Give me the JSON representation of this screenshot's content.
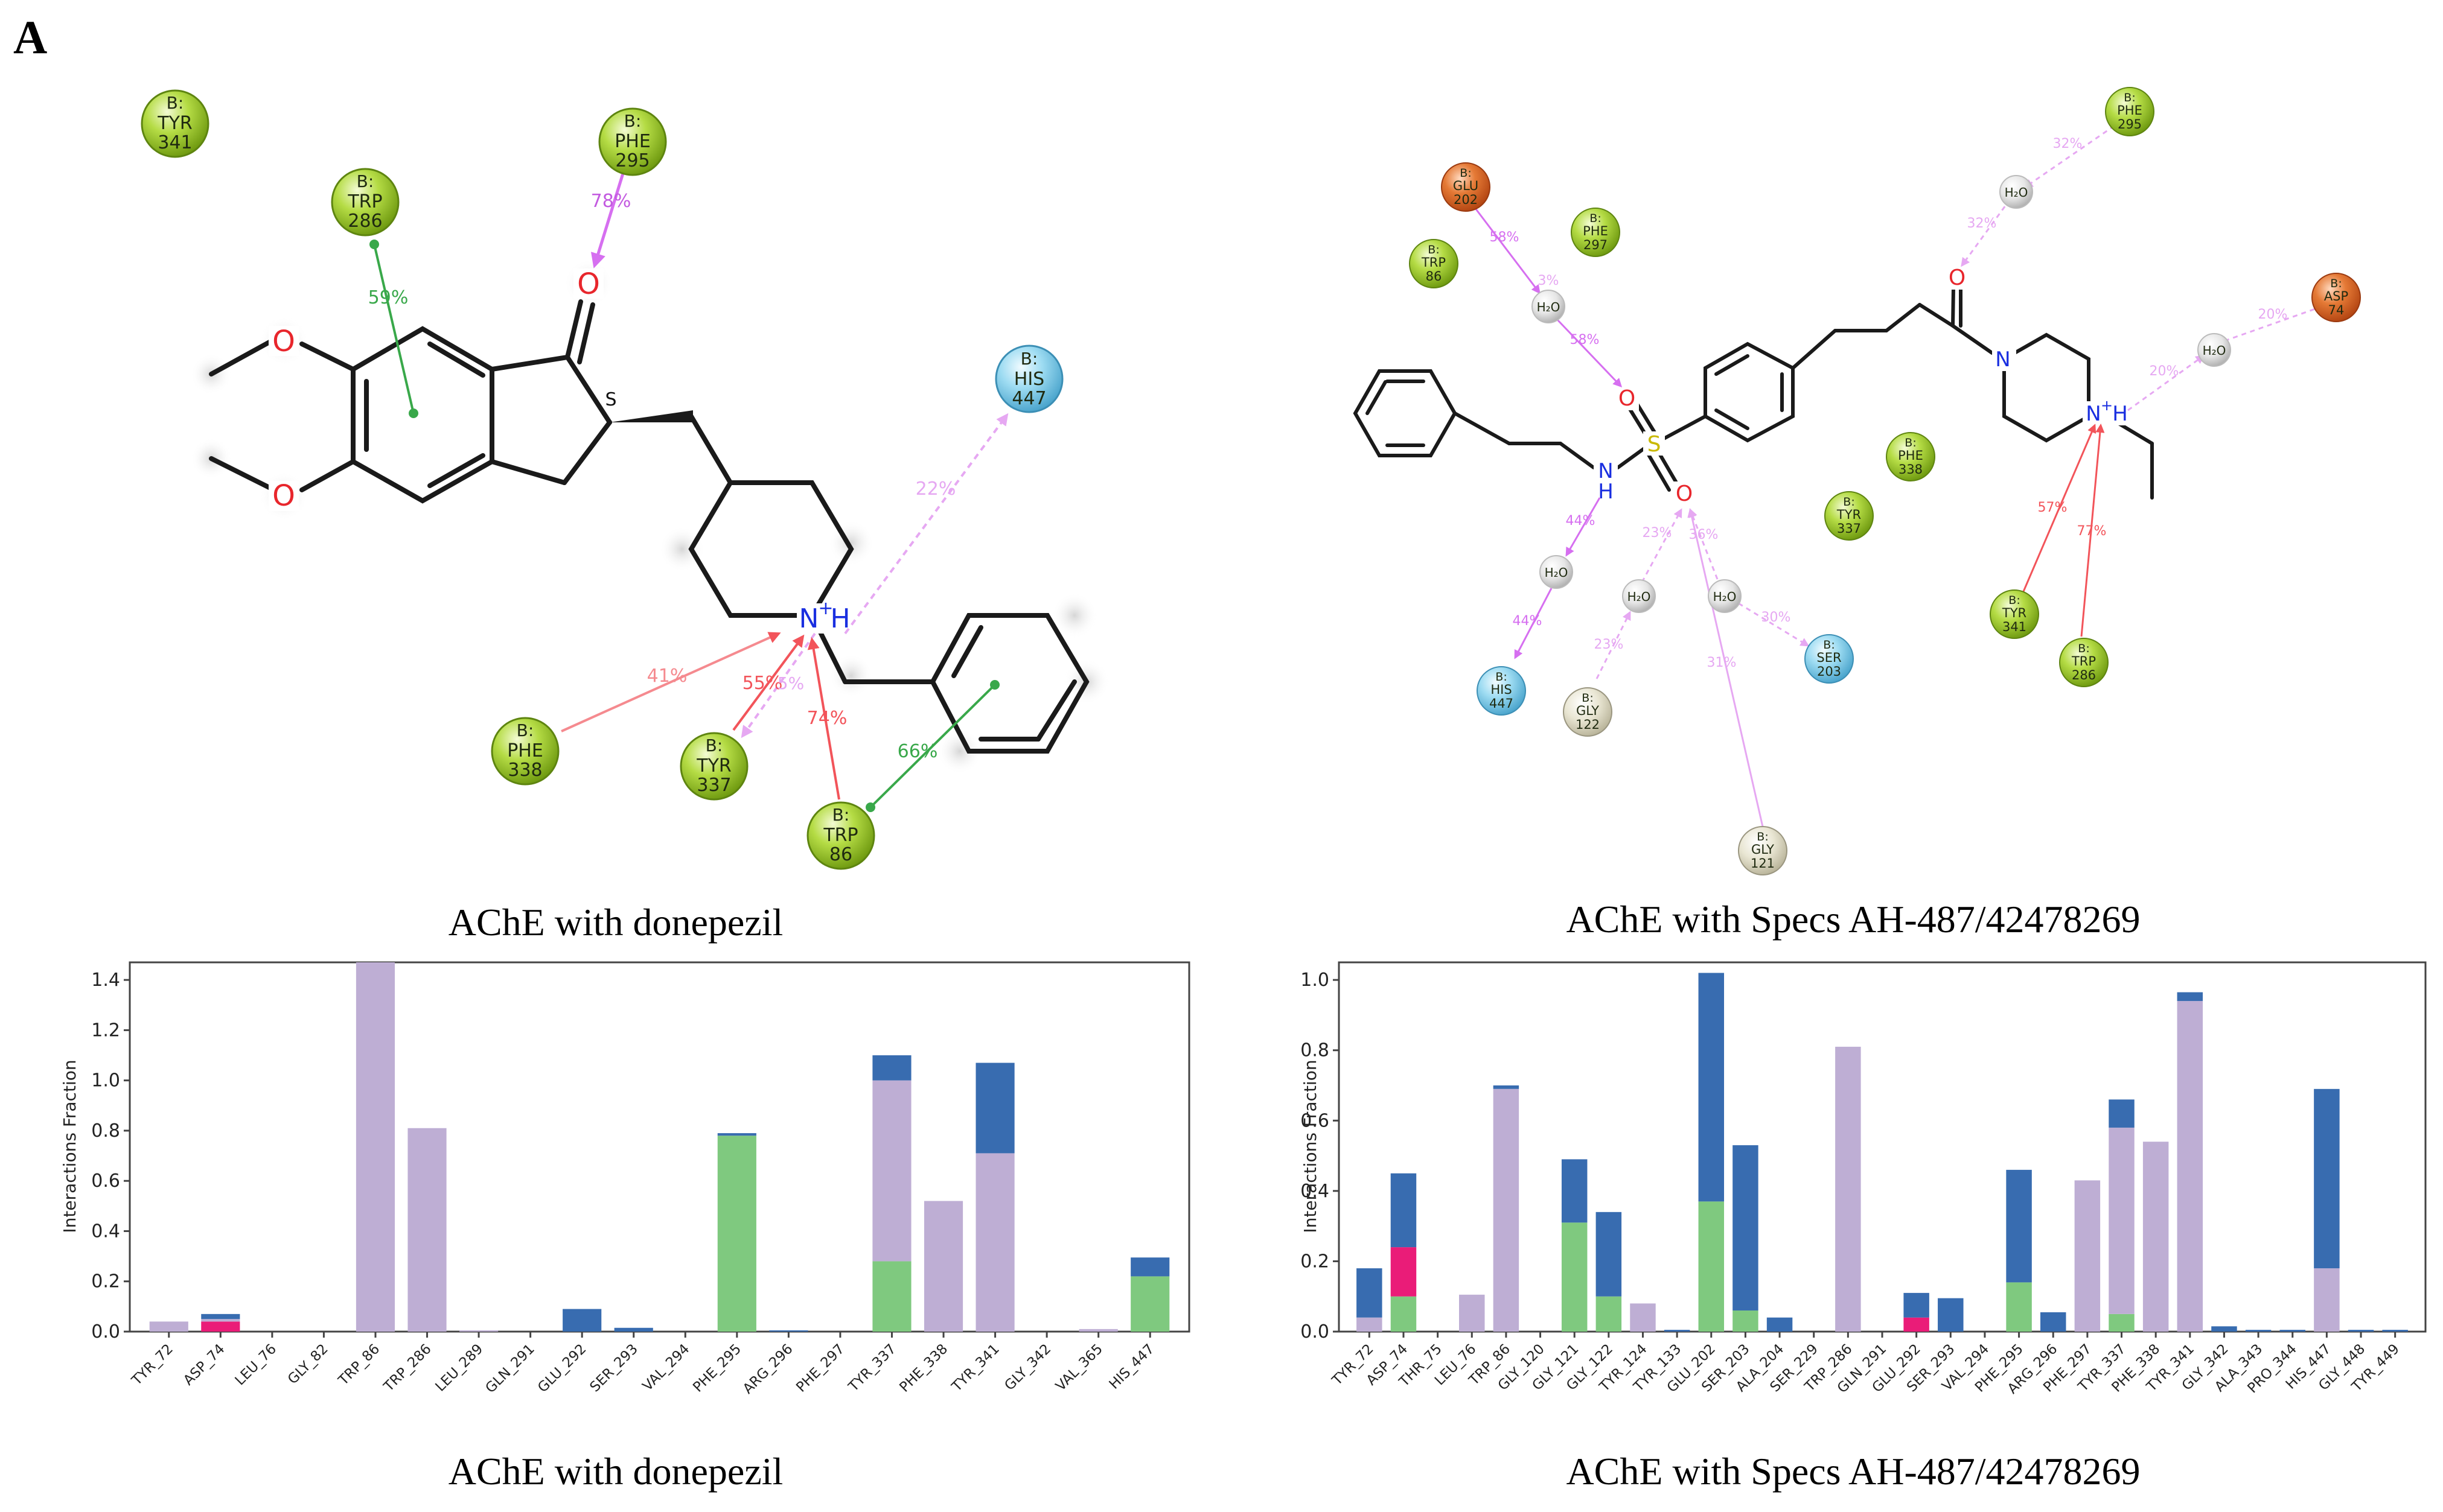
{
  "panel_label": "A",
  "captions": {
    "top_left": "AChE with donepezil",
    "top_right": "AChE with Specs AH-487/42478269",
    "bottom_left": "AChE with donepezil",
    "bottom_right": "AChE with Specs AH-487/42478269"
  },
  "colors": {
    "hydrophobic": "#a2d12d",
    "polar": "#8dd3ee",
    "negative": "#e06b2a",
    "glycine": "#dfdbc3",
    "water": "#d8d8d8",
    "hbond": "#d66ff0",
    "hbond_faint": "#e6a8f2",
    "pi_cation": "#f2545a",
    "pi_pi": "#39a84a",
    "bar_hbond": "#7fc97f",
    "bar_ionic": "#ea1c78",
    "bar_hydrophobic": "#beaed4",
    "bar_water": "#386cb0"
  },
  "diagram_left": {
    "residues": [
      {
        "chain": "B:",
        "name": "TYR",
        "num": "341",
        "type": "hydrophobic"
      },
      {
        "chain": "B:",
        "name": "TRP",
        "num": "286",
        "type": "hydrophobic"
      },
      {
        "chain": "B:",
        "name": "PHE",
        "num": "295",
        "type": "hydrophobic"
      },
      {
        "chain": "B:",
        "name": "HIS",
        "num": "447",
        "type": "polar"
      },
      {
        "chain": "B:",
        "name": "PHE",
        "num": "338",
        "type": "hydrophobic"
      },
      {
        "chain": "B:",
        "name": "TYR",
        "num": "337",
        "type": "hydrophobic"
      },
      {
        "chain": "B:",
        "name": "TRP",
        "num": "86",
        "type": "hydrophobic"
      }
    ],
    "interactions": [
      "78%",
      "59%",
      "22%",
      "41%",
      "55%",
      "5%",
      "74%",
      "66%"
    ],
    "atoms": {
      "o1": "O",
      "o2": "O",
      "o3": "O",
      "s": "S",
      "n": "N",
      "plus": "+",
      "h": "H"
    }
  },
  "diagram_right": {
    "residues": [
      {
        "chain": "B:",
        "name": "PHE",
        "num": "295",
        "type": "hydrophobic"
      },
      {
        "chain": "B:",
        "name": "GLU",
        "num": "202",
        "type": "negative"
      },
      {
        "chain": "B:",
        "name": "PHE",
        "num": "297",
        "type": "hydrophobic"
      },
      {
        "chain": "B:",
        "name": "TRP",
        "num": "86",
        "type": "hydrophobic"
      },
      {
        "chain": "B:",
        "name": "ASP",
        "num": "74",
        "type": "negative"
      },
      {
        "chain": "B:",
        "name": "PHE",
        "num": "338",
        "type": "hydrophobic"
      },
      {
        "chain": "B:",
        "name": "TYR",
        "num": "337",
        "type": "hydrophobic"
      },
      {
        "chain": "B:",
        "name": "TYR",
        "num": "341",
        "type": "hydrophobic"
      },
      {
        "chain": "B:",
        "name": "TRP",
        "num": "286",
        "type": "hydrophobic"
      },
      {
        "chain": "B:",
        "name": "HIS",
        "num": "447",
        "type": "polar"
      },
      {
        "chain": "B:",
        "name": "GLY",
        "num": "122",
        "type": "glycine"
      },
      {
        "chain": "B:",
        "name": "SER",
        "num": "203",
        "type": "polar"
      },
      {
        "chain": "B:",
        "name": "GLY",
        "num": "121",
        "type": "glycine"
      }
    ],
    "waters": [
      "H₂O",
      "H₂O",
      "H₂O",
      "H₂O",
      "H₂O",
      "H₂O"
    ],
    "interactions": [
      "32%",
      "32%",
      "58%",
      "58%",
      "20%",
      "20%",
      "44%",
      "44%",
      "23%",
      "23%",
      "36%",
      "30%",
      "31%",
      "57%",
      "77%",
      "3%"
    ],
    "atoms": {
      "o_ketone": "O",
      "o_s1": "O",
      "o_s2": "O",
      "s": "S",
      "n_amide": "N",
      "h_amide": "H",
      "n_pip": "N",
      "n_plus": "N",
      "plus": "+",
      "h_plus": "H"
    }
  },
  "chart_data": [
    {
      "type": "bar",
      "stacked": true,
      "title": "",
      "xlabel": "",
      "ylabel": "Interactions Fraction",
      "ylim": [
        0,
        1.47
      ],
      "yticks": [
        "0.0",
        "0.2",
        "0.4",
        "0.6",
        "0.8",
        "1.0",
        "1.2",
        "1.4"
      ],
      "ytick_values": [
        0,
        0.2,
        0.4,
        0.6,
        0.8,
        1.0,
        1.2,
        1.4
      ],
      "categories": [
        "TYR_72",
        "ASP_74",
        "LEU_76",
        "GLY_82",
        "TRP_86",
        "TRP_286",
        "LEU_289",
        "GLN_291",
        "GLU_292",
        "SER_293",
        "VAL_294",
        "PHE_295",
        "ARG_296",
        "PHE_297",
        "TYR_337",
        "PHE_338",
        "TYR_341",
        "GLY_342",
        "VAL_365",
        "HIS_447"
      ],
      "series": [
        {
          "values": [
            0,
            0,
            0,
            0,
            0,
            0,
            0,
            0,
            0,
            0,
            0,
            0.78,
            0,
            0,
            0.28,
            0,
            0,
            0,
            0,
            0.22
          ]
        },
        {
          "values": [
            0,
            0.04,
            0,
            0,
            0,
            0,
            0,
            0,
            0,
            0,
            0,
            0,
            0,
            0,
            0,
            0,
            0,
            0,
            0,
            0
          ]
        },
        {
          "values": [
            0.04,
            0.01,
            0,
            0,
            1.47,
            0.81,
            0.005,
            0,
            0,
            0,
            0,
            0,
            0,
            0,
            0.72,
            0.52,
            0.71,
            0,
            0.01,
            0
          ]
        },
        {
          "values": [
            0,
            0.02,
            0,
            0,
            0,
            0,
            0,
            0,
            0.09,
            0.015,
            0,
            0.01,
            0.005,
            0,
            0.1,
            0,
            0.36,
            0,
            0,
            0.075
          ]
        }
      ]
    },
    {
      "type": "bar",
      "stacked": true,
      "title": "",
      "xlabel": "",
      "ylabel": "Interactions Fraction",
      "ylim": [
        0,
        1.05
      ],
      "yticks": [
        "0.0",
        "0.2",
        "0.4",
        "0.6",
        "0.8",
        "1.0"
      ],
      "ytick_values": [
        0,
        0.2,
        0.4,
        0.6,
        0.8,
        1.0
      ],
      "categories": [
        "TYR_72",
        "ASP_74",
        "THR_75",
        "LEU_76",
        "TRP_86",
        "GLY_120",
        "GLY_121",
        "GLY_122",
        "TYR_124",
        "TYR_133",
        "GLU_202",
        "SER_203",
        "ALA_204",
        "SER_229",
        "TRP_286",
        "GLN_291",
        "GLU_292",
        "SER_293",
        "VAL_294",
        "PHE_295",
        "ARG_296",
        "PHE_297",
        "TYR_337",
        "PHE_338",
        "TYR_341",
        "GLY_342",
        "ALA_343",
        "PRO_344",
        "HIS_447",
        "GLY_448",
        "TYR_449"
      ],
      "series": [
        {
          "values": [
            0,
            0.1,
            0,
            0,
            0,
            0,
            0.31,
            0.1,
            0,
            0,
            0.37,
            0.06,
            0,
            0,
            0,
            0,
            0,
            0,
            0,
            0.14,
            0,
            0,
            0.05,
            0,
            0,
            0,
            0,
            0,
            0,
            0,
            0
          ]
        },
        {
          "values": [
            0,
            0.14,
            0,
            0,
            0,
            0,
            0,
            0,
            0,
            0,
            0,
            0,
            0,
            0,
            0,
            0,
            0.04,
            0,
            0,
            0,
            0,
            0,
            0,
            0,
            0,
            0,
            0,
            0,
            0,
            0,
            0
          ]
        },
        {
          "values": [
            0.04,
            0,
            0,
            0.105,
            0.69,
            0,
            0,
            0,
            0.08,
            0,
            0,
            0,
            0,
            0,
            0.81,
            0,
            0,
            0,
            0,
            0,
            0,
            0.43,
            0.53,
            0.54,
            0.94,
            0,
            0,
            0,
            0.18,
            0,
            0
          ]
        },
        {
          "values": [
            0.14,
            0.21,
            0,
            0,
            0.01,
            0,
            0.18,
            0.24,
            0,
            0.005,
            0.65,
            0.47,
            0.04,
            0,
            0,
            0,
            0.07,
            0.095,
            0,
            0.32,
            0.055,
            0,
            0.08,
            0,
            0.025,
            0.015,
            0.005,
            0.005,
            0.51,
            0.005,
            0.005
          ]
        }
      ]
    }
  ]
}
